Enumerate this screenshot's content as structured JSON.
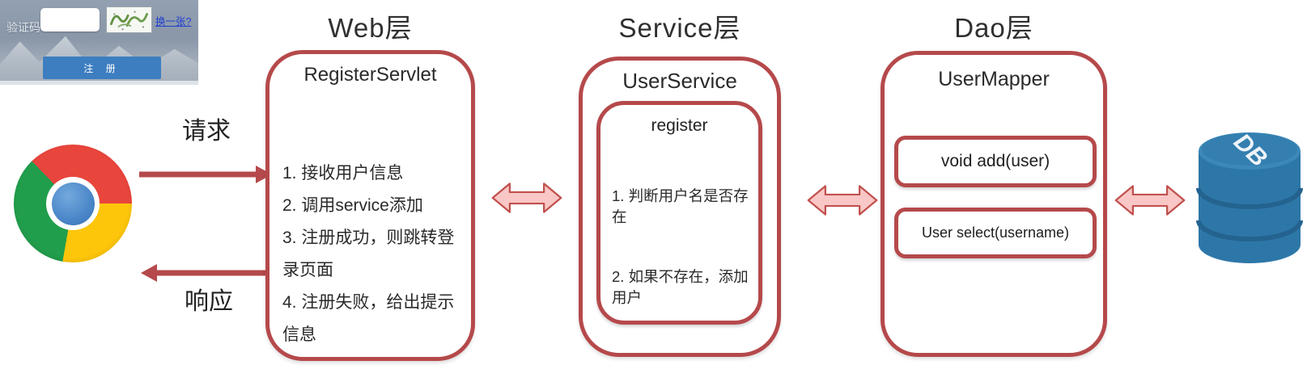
{
  "diagram": {
    "browser_screenshot": {
      "captcha_label": "验证码",
      "captcha_input_value": "",
      "change_link": "换一张?",
      "register_button": "注 册"
    },
    "flow": {
      "request_label": "请求",
      "response_label": "响应"
    },
    "layers": {
      "web": {
        "title": "Web层",
        "component": "RegisterServlet",
        "steps": [
          "1. 接收用户信息",
          "2. 调用service添加",
          "3. 注册成功，则跳转登录页面",
          "4. 注册失败，给出提示信息"
        ]
      },
      "service": {
        "title": "Service层",
        "component": "UserService",
        "method": "register",
        "steps": [
          "1. 判断用户名是否存在",
          "2. 如果不存在，添加用户"
        ]
      },
      "dao": {
        "title": "Dao层",
        "component": "UserMapper",
        "methods": [
          "void add(user)",
          "User select(username)"
        ]
      }
    },
    "database_label": "DB",
    "colors": {
      "box_border": "#b5494b",
      "arrow_fill": "#f9c7c6",
      "arrow_border": "#c0504d",
      "db_blue": "#2d77a8",
      "chrome_red": "#e8453c",
      "chrome_green": "#219e4c",
      "chrome_yellow": "#fdc60a",
      "chrome_blue": "#4a86c8",
      "button_blue": "#3d7ec0"
    }
  }
}
